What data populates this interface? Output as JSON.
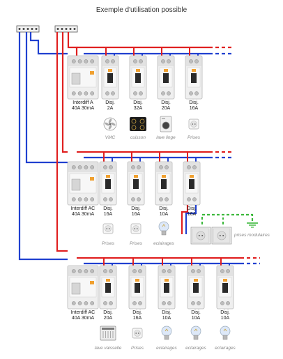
{
  "title": "Exemple d'utilisation possible",
  "colors": {
    "phase": "#e02020",
    "neutral": "#2040d0",
    "earth": "#3cb83c",
    "breaker": "#e8e8e8"
  },
  "rows": [
    {
      "main": {
        "line1": "Interdiff A",
        "line2": "40A 30mA"
      },
      "breakers": [
        {
          "line1": "Disj.",
          "line2": "2A"
        },
        {
          "line1": "Disj.",
          "line2": "32A"
        },
        {
          "line1": "Disj.",
          "line2": "20A"
        },
        {
          "line1": "Disj.",
          "line2": "16A"
        }
      ],
      "loads": [
        {
          "icon": "fan-icon",
          "caption": "VMC"
        },
        {
          "icon": "cooktop-icon",
          "caption": "cuisson"
        },
        {
          "icon": "washing-machine-icon",
          "caption": "lave linge"
        },
        {
          "icon": "socket-icon",
          "caption": "Prises"
        }
      ]
    },
    {
      "main": {
        "line1": "Interdiff AC",
        "line2": "40A 30mA"
      },
      "breakers": [
        {
          "line1": "Disj.",
          "line2": "16A"
        },
        {
          "line1": "Disj.",
          "line2": "16A"
        },
        {
          "line1": "Disj.",
          "line2": "10A"
        },
        {
          "line1": "Disj.",
          "line2": "16A"
        }
      ],
      "loads": [
        {
          "icon": "socket-icon",
          "caption": "Prises"
        },
        {
          "icon": "socket-icon",
          "caption": "Prises"
        },
        {
          "icon": "light-bulb-icon",
          "caption": "eclairages"
        }
      ],
      "modular": {
        "icon": "modular-socket-icon",
        "caption": "prises modulaires"
      }
    },
    {
      "main": {
        "line1": "Interdiff AC",
        "line2": "40A 30mA"
      },
      "breakers": [
        {
          "line1": "Disj.",
          "line2": "20A"
        },
        {
          "line1": "Disj.",
          "line2": "16A"
        },
        {
          "line1": "Disj.",
          "line2": "10A"
        },
        {
          "line1": "Disj.",
          "line2": "10A"
        },
        {
          "line1": "Disj.",
          "line2": "10A"
        }
      ],
      "loads": [
        {
          "icon": "dishwasher-icon",
          "caption": "lave vaisselle"
        },
        {
          "icon": "socket-icon",
          "caption": "Prises"
        },
        {
          "icon": "light-bulb-icon",
          "caption": "eclairages"
        },
        {
          "icon": "light-bulb-icon",
          "caption": "eclairages"
        },
        {
          "icon": "light-bulb-icon",
          "caption": "eclairages"
        }
      ]
    }
  ]
}
